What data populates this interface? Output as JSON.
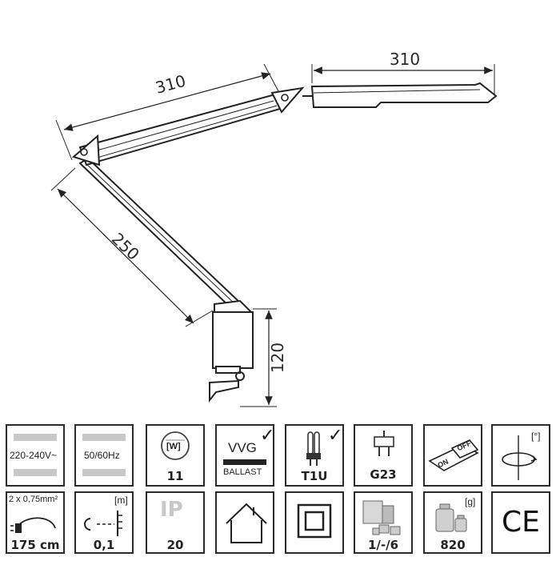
{
  "dimensions": {
    "upper_arm": "310",
    "shade": "310",
    "lower_arm": "250",
    "clamp_height": "120"
  },
  "spec_row_1": {
    "voltage": "220-240V~",
    "frequency": "50/60Hz",
    "power_unit": "[W]",
    "power_value": "11",
    "ballast_top": "VVG",
    "ballast_bottom": "BALLAST",
    "tube_type": "T1U",
    "socket": "G23",
    "switch_off": "OFF",
    "switch_on": "ON",
    "rotation_unit": "[°]"
  },
  "spec_row_2": {
    "cable_spec": "2 x 0,75mm²",
    "cable_length": "175 cm",
    "distance_unit": "[m]",
    "distance_value": "0,1",
    "ip_prefix": "IP",
    "ip_value": "20",
    "packing_value": "1/-/6",
    "weight_unit": "[g]",
    "weight_value": "820",
    "ce_mark": "CE"
  }
}
